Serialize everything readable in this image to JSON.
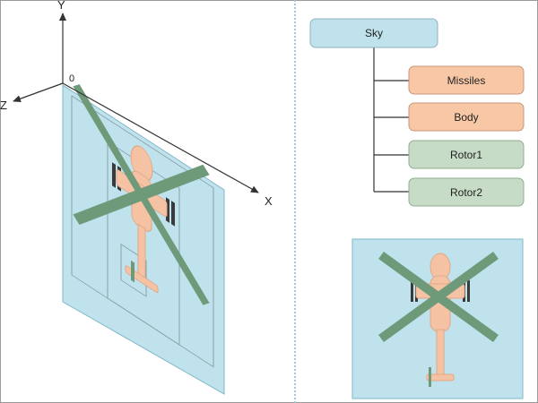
{
  "axes": {
    "y": "Y",
    "x": "X",
    "z": "Z",
    "origin": "0"
  },
  "tree": {
    "root": "Sky",
    "children": [
      "Missiles",
      "Body",
      "Rotor1",
      "Rotor2"
    ]
  },
  "colors": {
    "plane_fill": "#bfe2ec",
    "root_fill": "#bfe2ec",
    "root_stroke": "#8fb3c0",
    "body_nodes_fill": "#f7c7a6",
    "body_nodes_stroke": "#c9957a",
    "rotor_nodes_fill": "#c6dcc6",
    "rotor_nodes_stroke": "#8fae8f",
    "helicopter_body": "#f5c3a4",
    "rotor_blades": "#6f9a7a",
    "connector": "#333333"
  }
}
